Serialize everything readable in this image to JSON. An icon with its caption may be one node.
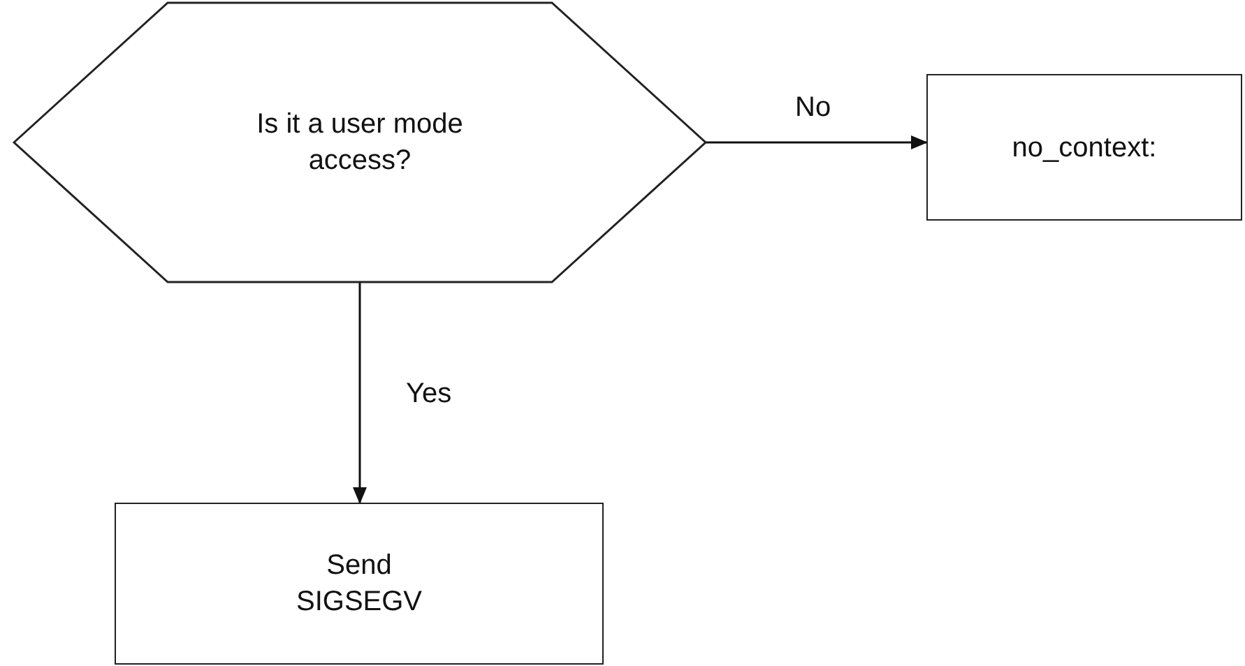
{
  "diagram": {
    "nodes": [
      {
        "text": [
          "Is it a user mode access?"
        ]
      },
      {
        "text": [
          "no_context:"
        ]
      },
      {
        "text": [
          "Send SIGSEGV"
        ]
      }
    ],
    "edges": [
      {
        "from": 0,
        "to": 1,
        "arrow": "to",
        "label": "No"
      },
      {
        "from": 0,
        "to": 2,
        "arrow": "to",
        "label": "Yes"
      }
    ]
  }
}
